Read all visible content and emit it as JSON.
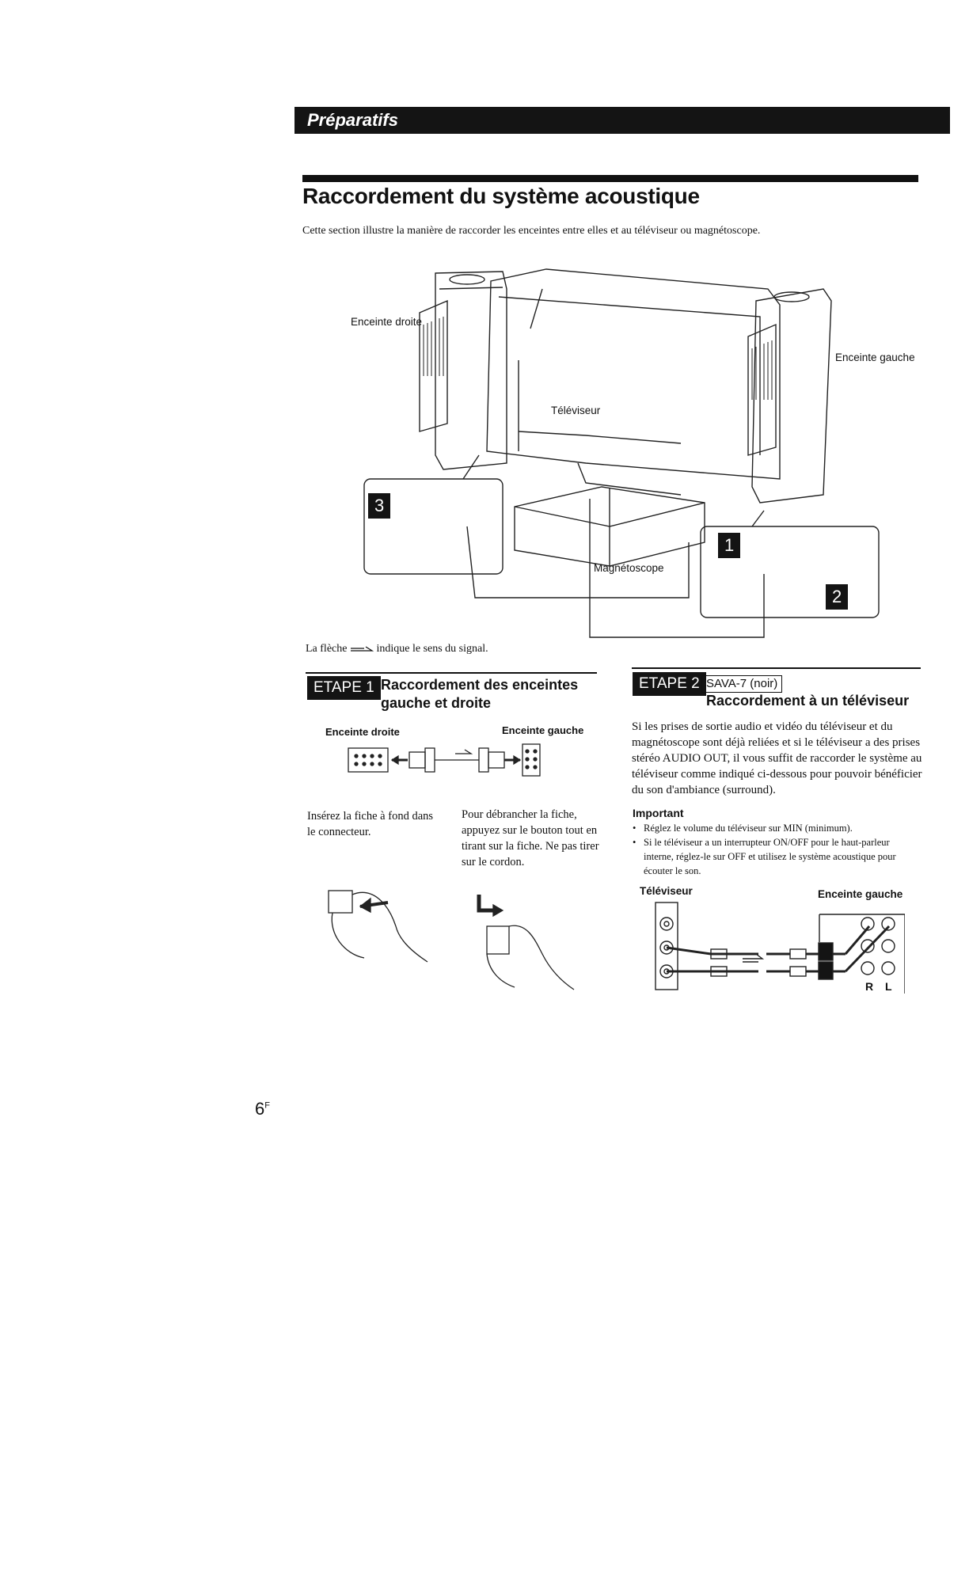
{
  "header": {
    "section": "Préparatifs"
  },
  "page": {
    "title": "Raccordement du système acoustique",
    "intro": "Cette section illustre la manière de raccorder les enceintes entre elles et au téléviseur ou magnétoscope.",
    "page_number": "6",
    "page_suffix": "F"
  },
  "main_figure": {
    "right_speaker": "Enceinte droite",
    "left_speaker": "Enceinte gauche",
    "tv": "Téléviseur",
    "vcr": "Magnétoscope",
    "step_markers": [
      "3",
      "1",
      "2"
    ]
  },
  "arrow_note": {
    "before": "La flèche",
    "after": "indique le sens du signal."
  },
  "step1": {
    "badge": "ETAPE 1",
    "title_line1": "Raccordement des enceintes",
    "title_line2": "gauche et droite",
    "fig_right": "Enceinte droite",
    "fig_left": "Enceinte gauche",
    "insert_text": "Insérez la fiche à fond dans le connecteur.",
    "unplug_text": "Pour débrancher la fiche, appuyez sur le bouton tout en tirant sur la fiche. Ne pas tirer sur le cordon."
  },
  "step2": {
    "badge": "ETAPE 2",
    "cable": "SAVA-7 (noir)",
    "title": "Raccordement à un téléviseur",
    "body": "Si les prises de sortie audio et vidéo du téléviseur et du magnétoscope sont déjà reliées et si le téléviseur a des prises stéréo AUDIO OUT, il vous suffit de raccorder le système au téléviseur comme indiqué ci-dessous pour pouvoir bénéficier du son d'ambiance (surround).",
    "important_label": "Important",
    "notes": [
      "Réglez le volume du téléviseur sur MIN (minimum).",
      "Si le téléviseur a un interrupteur ON/OFF pour le haut-parleur interne, réglez-le sur OFF et utilisez le système acoustique pour écouter le son."
    ],
    "fig_tv": "Téléviseur",
    "fig_speaker": "Enceinte gauche",
    "fig_r": "R",
    "fig_l": "L"
  }
}
